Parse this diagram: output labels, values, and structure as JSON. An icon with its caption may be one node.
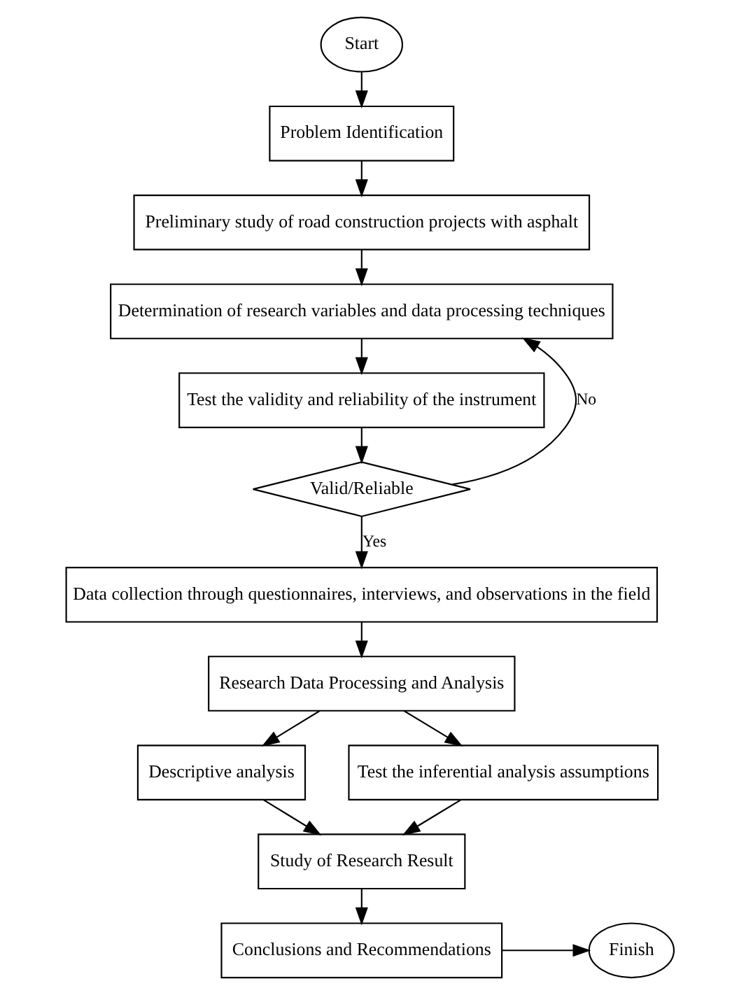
{
  "diagram": {
    "nodes": [
      {
        "text": [
          "Start"
        ]
      },
      {
        "text": [
          "Problem Identification"
        ]
      },
      {
        "text": [
          "Preliminary study of road construction projects with asphalt"
        ]
      },
      {
        "text": [
          "Determination of research variables and data processing techniques"
        ]
      },
      {
        "text": [
          "Test the validity and reliability of the instrument"
        ]
      },
      {
        "text": [
          "Valid/Reliable"
        ]
      },
      {
        "text": [
          "Data collection through questionnaires, interviews, and observations in the field"
        ]
      },
      {
        "text": [
          "Research Data Processing and Analysis"
        ]
      },
      {
        "text": [
          "Descriptive analysis"
        ]
      },
      {
        "text": [
          "Test the inferential analysis assumptions"
        ]
      },
      {
        "text": [
          "Study of Research Result"
        ]
      },
      {
        "text": [
          "Conclusions and Recommendations"
        ]
      },
      {
        "text": [
          "Finish"
        ]
      }
    ],
    "edges": [
      {
        "from": 0,
        "to": 1,
        "arrow": "to"
      },
      {
        "from": 1,
        "to": 2,
        "arrow": "to"
      },
      {
        "from": 2,
        "to": 3,
        "arrow": "to"
      },
      {
        "from": 3,
        "to": 4,
        "arrow": "to"
      },
      {
        "from": 4,
        "to": 5,
        "arrow": "to"
      },
      {
        "from": 5,
        "to": 3,
        "arrow": "to",
        "label": "No"
      },
      {
        "from": 5,
        "to": 6,
        "arrow": "to",
        "label": "Yes"
      },
      {
        "from": 6,
        "to": 7,
        "arrow": "to"
      },
      {
        "from": 7,
        "to": 8,
        "arrow": "to"
      },
      {
        "from": 7,
        "to": 9,
        "arrow": "to"
      },
      {
        "from": 8,
        "to": 10,
        "arrow": "to"
      },
      {
        "from": 9,
        "to": 10,
        "arrow": "to"
      },
      {
        "from": 10,
        "to": 11,
        "arrow": "to"
      },
      {
        "from": 11,
        "to": 12,
        "arrow": "to"
      }
    ]
  }
}
